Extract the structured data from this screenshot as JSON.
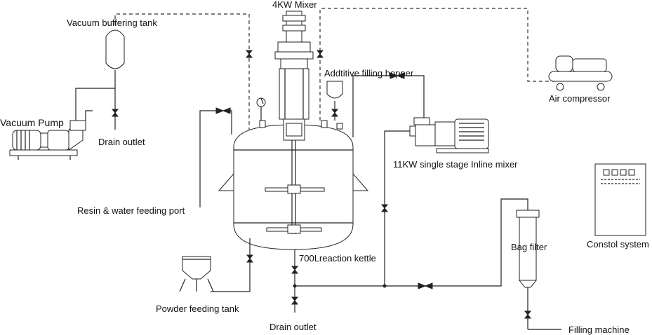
{
  "labels": {
    "mixer": "4KW Mixer",
    "vacuum_buffer": "Vacuum buffering tank",
    "vacuum_pump": "Vacuum Pump",
    "drain_outlet_left": "Drain outlet",
    "additive_hopper": "Addtitive filling hopper",
    "air_compressor": "Air compressor",
    "inline_mixer": "11KW single stage Inline mixer",
    "resin_port": "Resin & water feeding port",
    "reaction_kettle": "700Lreaction kettle",
    "bag_filter": "Bag filter",
    "control_system": "Constol system",
    "powder_tank": "Powder feeding tank",
    "drain_outlet_bottom": "Drain outlet",
    "filling_machine": "Filling machine"
  }
}
